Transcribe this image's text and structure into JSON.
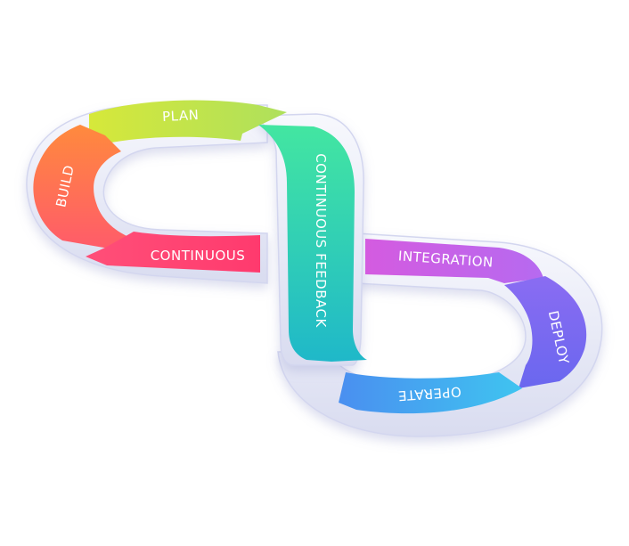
{
  "segments": {
    "plan": {
      "label": "PLAN",
      "color_start": "#d6e83a",
      "color_end": "#aee05c"
    },
    "build": {
      "label": "BUILD",
      "color_start": "#ff8a3d",
      "color_end": "#ff5b6a"
    },
    "continuous": {
      "label": "CONTINUOUS",
      "color_start": "#ff4f78",
      "color_end": "#ff3a6e"
    },
    "feedback": {
      "label": "CONTINUOUS FEEDBACK",
      "color_start": "#43e6a1",
      "color_end": "#1fb8c9"
    },
    "integration": {
      "label": "INTEGRATION",
      "color_start": "#d45be0",
      "color_end": "#b66af0"
    },
    "deploy": {
      "label": "DEPLOY",
      "color_start": "#8a6cf2",
      "color_end": "#6a67ef"
    },
    "operate": {
      "label": "OPERATE",
      "color_start": "#3fc4f0",
      "color_end": "#4a8ff0"
    }
  },
  "colors": {
    "base": "#eceef9",
    "base_shadow": "#c9cce8",
    "base_edge": "#dfe2f4"
  }
}
